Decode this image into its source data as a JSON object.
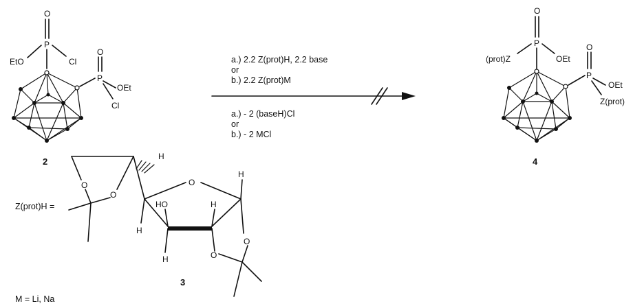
{
  "compounds": {
    "c2": {
      "number": "2",
      "atoms": {
        "o1": "O",
        "p1": "P",
        "eto": "EtO",
        "cl1": "Cl",
        "o2": "O",
        "p2": "P",
        "oet": "OEt",
        "cl2": "Cl"
      }
    },
    "c4": {
      "number": "4",
      "atoms": {
        "o1": "O",
        "p1": "P",
        "protz": "(prot)Z",
        "oet1": "OEt",
        "o2": "O",
        "p2": "P",
        "oet2": "OEt",
        "zprot": "Z(prot)"
      }
    },
    "c3": {
      "number": "3",
      "lead": "Z(prot)H =",
      "atoms": {
        "h_top": "H",
        "o_a": "O",
        "o_b": "O",
        "o_ring": "O",
        "h_right": "H",
        "ho": "HO",
        "h_mid": "H",
        "h_left": "H",
        "h_low": "H",
        "o_c": "O",
        "o_d": "O"
      }
    }
  },
  "reaction": {
    "above": [
      "a.) 2.2 Z(prot)H, 2.2 base",
      "or",
      "b.) 2.2 Z(prot)M"
    ],
    "below": [
      "a.) - 2 (baseH)Cl",
      "or",
      "b.) - 2 MCl"
    ]
  },
  "footnote": "M = Li, Na"
}
